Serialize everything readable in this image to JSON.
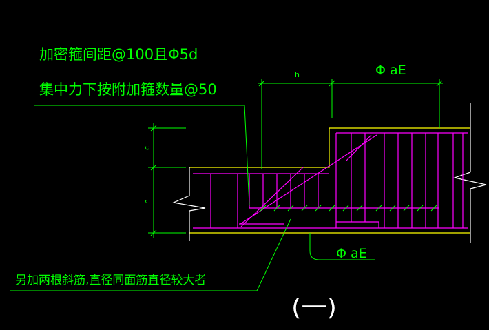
{
  "notes": {
    "stirrup_spacing": "加密箍间距@100且Φ5d",
    "extra_stirrups": "集中力下按附加箍数量@50",
    "diagonal_bars": "另加两根斜筋,直径同面筋直径较大者"
  },
  "dimensions": {
    "top_h": "h",
    "top_anchor": "Φ aE",
    "left_c": "c",
    "left_h": "h",
    "bottom_anchor": "Φ aE"
  },
  "detail_title": "(一)",
  "colors": {
    "background": "#000000",
    "text": "#00ff00",
    "dimension": "#00ff00",
    "rebar": "#ff00ff",
    "concrete": "#ffff00",
    "break_line": "#ffffff",
    "title": "#ffffff"
  }
}
